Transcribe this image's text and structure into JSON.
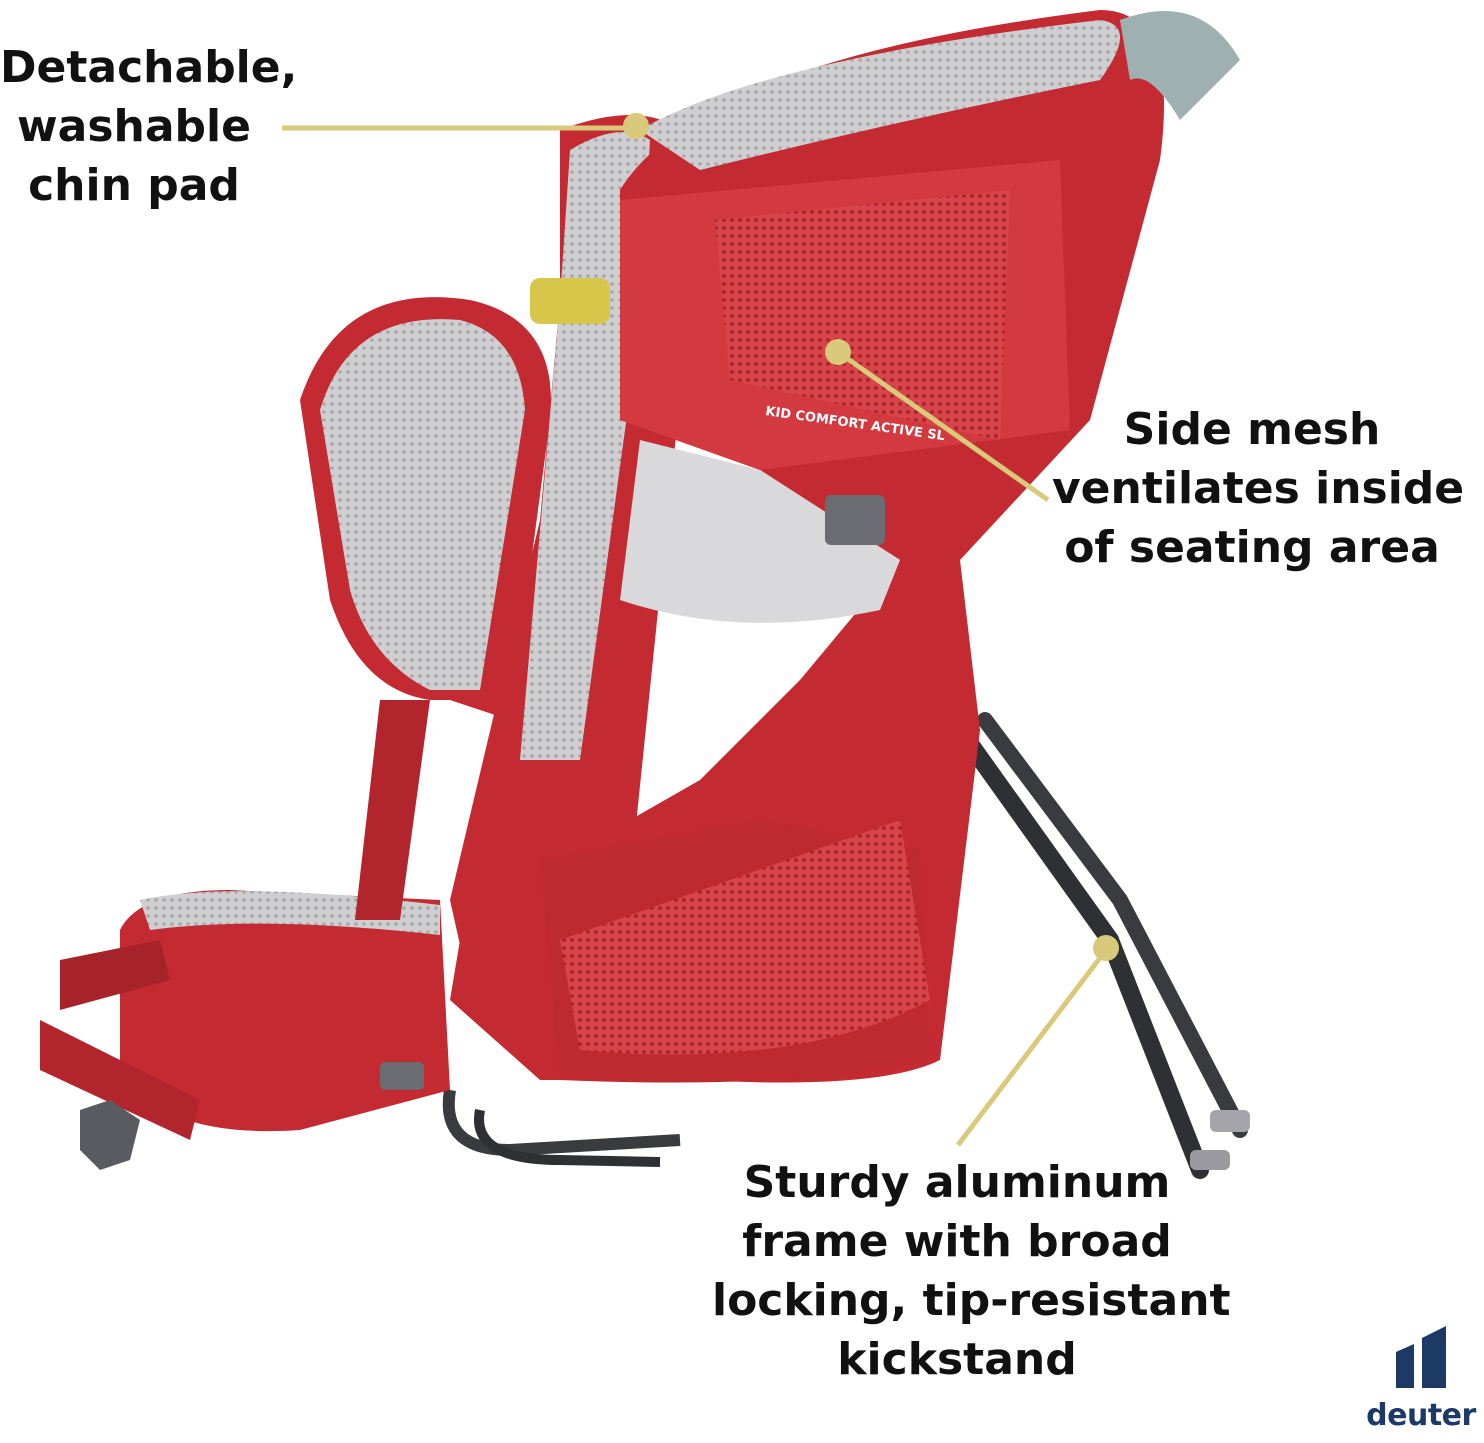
{
  "product": {
    "model_label": "KID COMFORT ACTIVE SL",
    "brand": "deuter"
  },
  "colors": {
    "pack_red": "#c42a31",
    "pack_dark_red": "#8f1b22",
    "mesh_grey": "#c9c9cc",
    "frame_dark": "#3a3b3f",
    "callout_line": "#d9c97a",
    "brand_blue": "#1d3a66"
  },
  "callouts": {
    "chin_pad": {
      "lines": [
        "Detachable,",
        "washable",
        "chin pad"
      ]
    },
    "side_mesh": {
      "lines": [
        "Side mesh",
        "ventilates inside",
        "of seating area"
      ]
    },
    "frame": {
      "lines": [
        "Sturdy aluminum",
        "frame with broad",
        "locking, tip-resistant",
        "kickstand"
      ]
    }
  },
  "icons": [
    "deuter-logo-icon"
  ]
}
